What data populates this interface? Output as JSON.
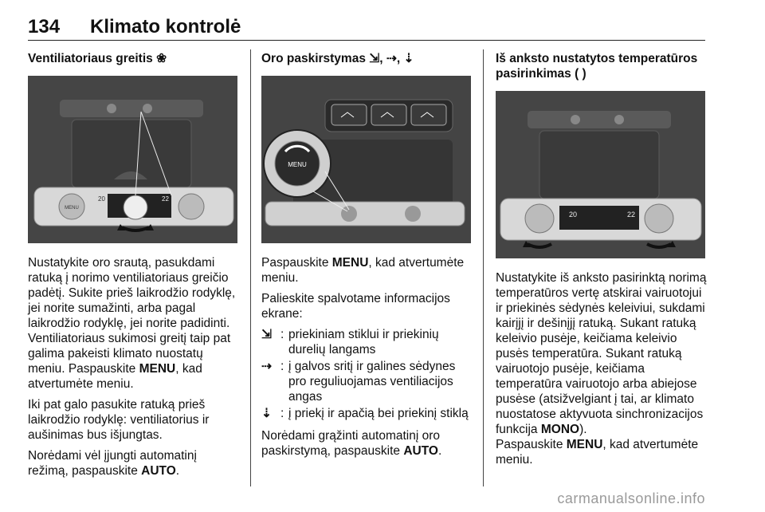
{
  "header": {
    "page_number": "134",
    "title": "Klimato kontrolė"
  },
  "col1": {
    "heading": "Ventiliatoriaus greitis",
    "heading_icon": "fan-icon",
    "p1_a": "Nustatykite oro srautą, pasukdami ratuką į norimo ventiliatoriaus greičio padėtį. Sukite prieš laikrodžio rodyklę, jei norite sumažinti, arba pagal laikrodžio rodyklę, jei norite padidinti. Ventiliatoriaus sukimosi greitį taip pat galima pakeisti klimato nuostatų meniu. Paspauskite ",
    "p1_b": "MENU",
    "p1_c": ", kad atvertumėte meniu.",
    "p2_a": "Iki pat galo pasukite ratuką prieš laikrodžio rodyklę: ventiliatorius ir aušinimas bus išjungtas.",
    "p3_a": "Norėdami vėl įjungti automatinį režimą, paspauskite ",
    "p3_b": "AUTO",
    "p3_c": ".",
    "fig_temp_left": "20",
    "fig_temp_right": "22",
    "fig_menu": "MENU"
  },
  "col2": {
    "heading": "Oro paskirstymas",
    "heading_icons": [
      "windshield-airflow-icon",
      "face-airflow-icon",
      "foot-airflow-icon"
    ],
    "p1_a": "Paspauskite ",
    "p1_b": "MENU",
    "p1_c": ", kad atvertumėte meniu.",
    "p2": "Palieskite spalvotame informacijos ekrane:",
    "items": [
      {
        "icon": "windshield-airflow-icon",
        "sep": ":",
        "text": "priekiniam stiklui ir priekinių durelių langams"
      },
      {
        "icon": "face-airflow-icon",
        "sep": ":",
        "text": "į galvos sritį ir galines sėdynes pro reguliuojamas ventiliacijos angas"
      },
      {
        "icon": "foot-airflow-icon",
        "sep": ":",
        "text": "į priekį ir apačią bei priekinį stiklą"
      }
    ],
    "p3_a": "Norėdami grąžinti automatinį oro paskirstymą, paspauskite ",
    "p3_b": "AUTO",
    "p3_c": ".",
    "fig_menu": "MENU"
  },
  "col3": {
    "heading": "Iš anksto nustatytos temperatūros pasirinkimas",
    "heading_icon": "temperature-arcs-icon",
    "p1_a": "Nustatykite iš anksto pasirinktą norimą temperatūros vertę atskirai vairuotojui ir priekinės sėdynės keleiviui, sukdami kairįjį ir dešinįjį ratuką. Sukant ratuką keleivio pusėje, keičiama keleivio pusės temperatūra. Sukant ratuką vairuotojo pusėje, keičiama temperatūra vairuotojo arba abiejose pusėse (atsižvelgiant į tai, ar klimato nuostatose aktyvuota sinchronizacijos funkcija ",
    "p1_b": "MONO",
    "p1_c": ").",
    "p2_a": "Paspauskite ",
    "p2_b": "MENU",
    "p2_c": ", kad atvertumėte meniu.",
    "fig_temp_left": "20",
    "fig_temp_right": "22"
  },
  "footer": {
    "watermark": "carmanualsonline.info"
  }
}
